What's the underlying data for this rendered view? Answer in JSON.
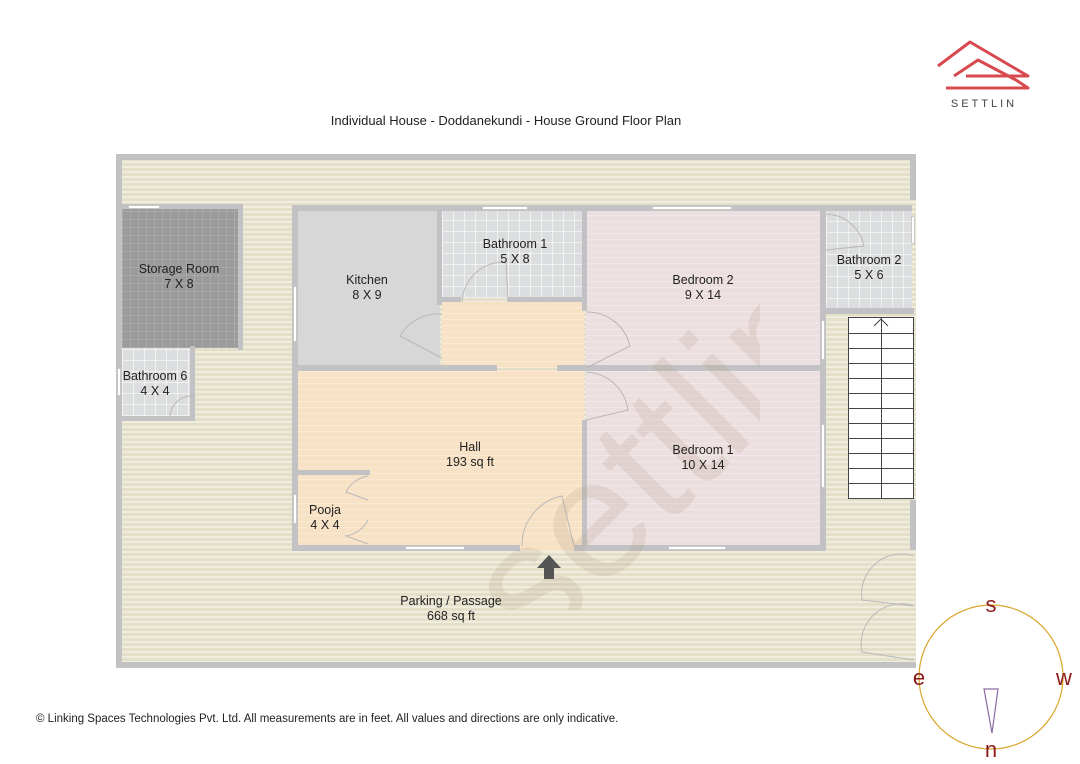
{
  "title": "Individual House - Doddanekundi - House Ground Floor Plan",
  "logo": {
    "text": "SETTLIN",
    "color": "#d84a4f",
    "icon": "house-roof-logo-icon"
  },
  "watermark": {
    "text": "settlin"
  },
  "rooms": {
    "storage_room": {
      "name": "Storage Room",
      "size": "7 X 8"
    },
    "bathroom_6": {
      "name": "Bathroom 6",
      "size": "4 X 4"
    },
    "kitchen": {
      "name": "Kitchen",
      "size": "8 X 9"
    },
    "bathroom_1": {
      "name": "Bathroom 1",
      "size": "5 X 8"
    },
    "bedroom_2": {
      "name": "Bedroom 2",
      "size": "9 X 14"
    },
    "bathroom_2": {
      "name": "Bathroom 2",
      "size": "5 X 6"
    },
    "hall": {
      "name": "Hall",
      "size": "193 sq ft"
    },
    "pooja": {
      "name": "Pooja",
      "size": "4 X 4"
    },
    "bedroom_1": {
      "name": "Bedroom 1",
      "size": "10 X 14"
    },
    "parking": {
      "name": "Parking / Passage",
      "size": "668 sq ft"
    }
  },
  "compass": {
    "top": "s",
    "left": "e",
    "right": "w",
    "bottom": "n",
    "ring_color": "#d9a52a",
    "letter_color": "#8b1a1a"
  },
  "colors": {
    "wall": "#c2c2c4",
    "deck": "#e9e3cc",
    "hall": "#f8e2c6",
    "bedroom": "#ecdfe0",
    "bathroom": "#dcdddf",
    "storage": "#9b9b9b"
  },
  "footer": "© Linking Spaces Technologies Pvt. Ltd. All measurements are in feet. All values and directions are only indicative."
}
